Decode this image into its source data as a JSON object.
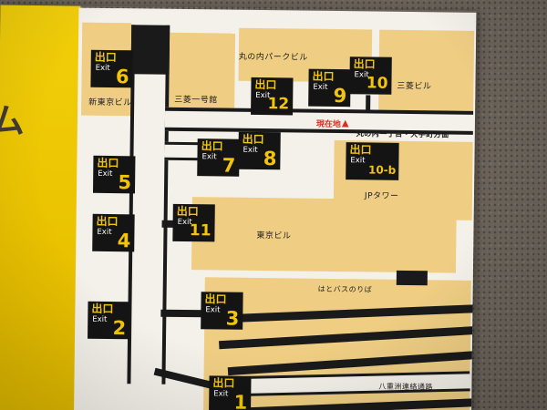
{
  "scene": {
    "partial_label": "ム"
  },
  "map": {
    "exit_word_jp": "出口",
    "exit_word_en": "Exit",
    "exits": {
      "e1": "1",
      "e2": "2",
      "e3": "3",
      "e4": "4",
      "e5": "5",
      "e6": "6",
      "e7": "7",
      "e8": "8",
      "e9": "9",
      "e10": "10",
      "e10b": "10-b",
      "e11": "11",
      "e12": "12"
    },
    "buildings": {
      "shin_tokyo": "新東京ビル",
      "mitsubishi_ichigokan": "三菱一号館",
      "marunouchi_park": "丸の内パークビル",
      "mitsubishi": "三菱ビル",
      "jp_tower": "JPタワー",
      "tokyo": "東京ビル"
    },
    "labels": {
      "hato_bus": "はとバスのりば",
      "yaesu_passage": "八重洲連絡通路",
      "direction": "丸の内一丁目・大手町方面",
      "current_location": "現在地"
    },
    "colors": {
      "sign_yellow": "#eec701",
      "building_tan": "#efce83",
      "line_black": "#1a1a1a",
      "marker_red": "#d93025",
      "panel_white": "#f4f1ea",
      "wall_gray": "#6b635a"
    }
  }
}
